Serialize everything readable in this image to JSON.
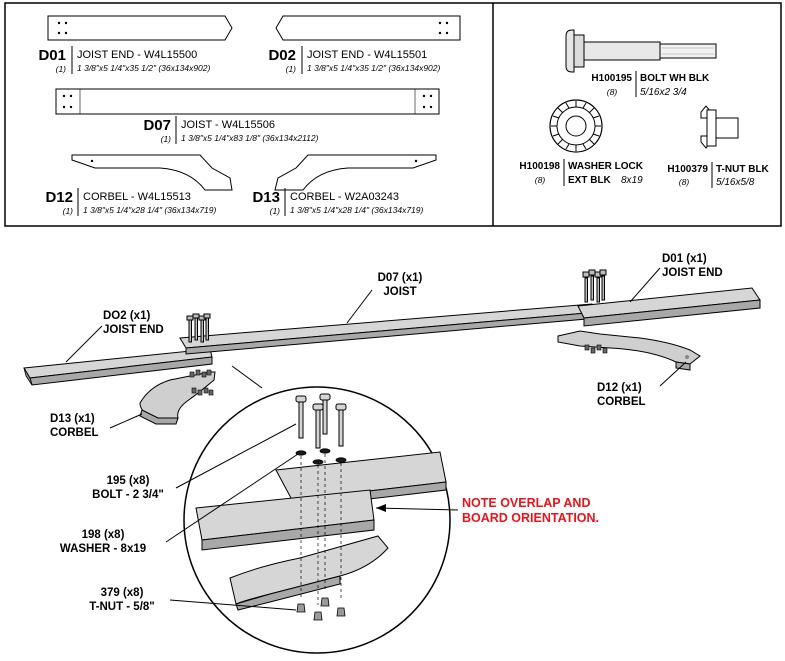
{
  "parts": [
    {
      "code": "D01",
      "name": "JOIST END - W4L15500",
      "qty": "(1)",
      "dims": "1 3/8\"x5 1/4\"x35 1/2\" (36x134x902)"
    },
    {
      "code": "D02",
      "name": "JOIST END - W4L15501",
      "qty": "(1)",
      "dims": "1 3/8\"x5 1/4\"x35 1/2\" (36x134x902)"
    },
    {
      "code": "D07",
      "name": "JOIST - W4L15506",
      "qty": "(1)",
      "dims": "1 3/8\"x5 1/4\"x83 1/8\" (36x134x2112)"
    },
    {
      "code": "D12",
      "name": "CORBEL - W4L15513",
      "qty": "(1)",
      "dims": "1 3/8\"x5 1/4\"x28 1/4\" (36x134x719)"
    },
    {
      "code": "D13",
      "name": "CORBEL - W2A03243",
      "qty": "(1)",
      "dims": "1 3/8\"x5 1/4\"x28 1/4\" (36x134x719)"
    }
  ],
  "hardware": [
    {
      "code": "H100195",
      "qty": "(8)",
      "name": "BOLT WH BLK",
      "size": "5/16x2 3/4"
    },
    {
      "code": "H100198",
      "qty": "(8)",
      "name": "WASHER LOCK",
      "name2": "EXT BLK",
      "size": "8x19"
    },
    {
      "code": "H100379",
      "qty": "(8)",
      "name": "T-NUT BLK",
      "size": "5/16x5/8"
    }
  ],
  "callouts": {
    "d07": {
      "l1": "D07 (x1)",
      "l2": "JOIST"
    },
    "d01": {
      "l1": "D01 (x1)",
      "l2": "JOIST END"
    },
    "d02": {
      "l1": "DO2 (x1)",
      "l2": "JOIST END"
    },
    "d13": {
      "l1": "D13 (x1)",
      "l2": "CORBEL"
    },
    "d12": {
      "l1": "D12 (x1)",
      "l2": "CORBEL"
    },
    "bolt": {
      "l1": "195 (x8)",
      "l2": "BOLT - 2 3/4\""
    },
    "washer": {
      "l1": "198 (x8)",
      "l2": "WASHER - 8x19"
    },
    "tnut": {
      "l1": "379 (x8)",
      "l2": "T-NUT - 5/8\""
    }
  },
  "note": {
    "l1": "NOTE OVERLAP AND",
    "l2": "BOARD ORIENTATION."
  },
  "colors": {
    "wood": "#cfcfcf",
    "wood_dark": "#a8a8a8",
    "line": "#000000",
    "note": "#e8141b"
  }
}
